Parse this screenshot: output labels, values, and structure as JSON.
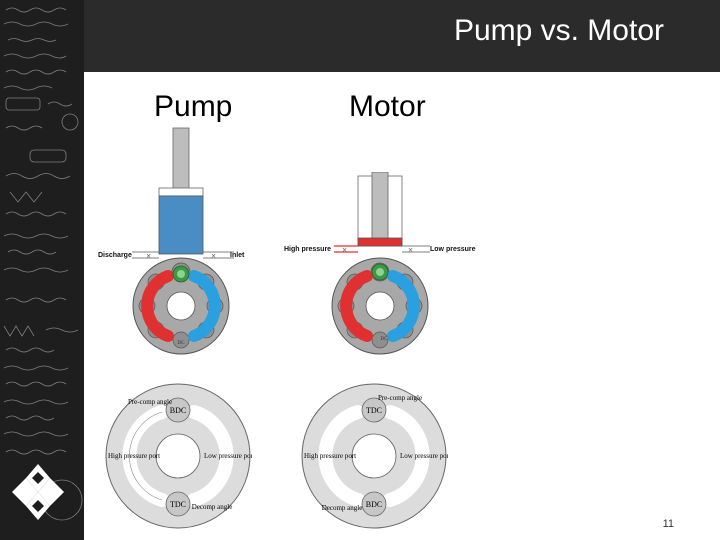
{
  "slide": {
    "title": "Pump vs. Motor",
    "page_number": "11"
  },
  "pump": {
    "heading": "Pump",
    "discharge_label": "Discharge",
    "inlet_label": "Inlet",
    "center_mark": "DC",
    "port_diagram": {
      "top_label": "BDC",
      "bottom_label": "TDC",
      "precomp_label": "Pre-comp angle",
      "decomp_label": "Decomp angle",
      "left_port_label": "High pressure port",
      "right_port_label": "Low pressure port"
    }
  },
  "motor": {
    "heading": "Motor",
    "high_pressure_label": "High pressure",
    "low_pressure_label": "Low pressure",
    "center_mark": "DC",
    "port_diagram": {
      "top_label": "TDC",
      "bottom_label": "BDC",
      "precomp_label": "Pre-comp angle",
      "decomp_label": "Decomp angle",
      "left_port_label": "High pressure port",
      "right_port_label": "Low pressure port"
    }
  },
  "colors": {
    "sidebar": "#1e1e1e",
    "topbar": "#2b2b2b",
    "fluid_blue": "#4a8cc4",
    "high_pressure_red": "#e03030",
    "low_pressure_blue": "#2aa0e0",
    "valve_green": "#3c9a46",
    "housing_gray": "#a8a8a8"
  }
}
